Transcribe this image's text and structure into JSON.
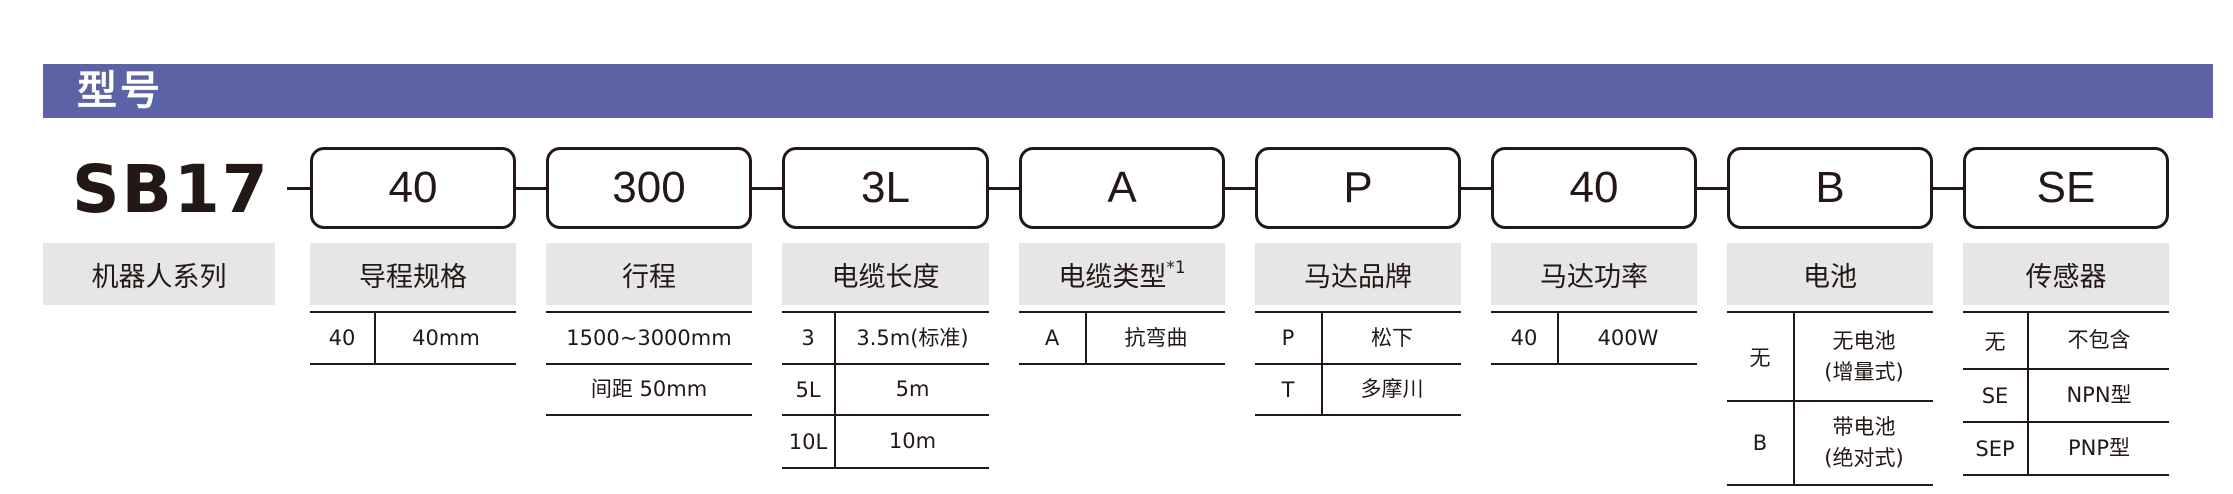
{
  "header": {
    "title": "型号"
  },
  "model": {
    "name": "SB17",
    "series_label": "机器人系列"
  },
  "fields": [
    {
      "value": "40",
      "label": "导程规格"
    },
    {
      "value": "300",
      "label": "行程"
    },
    {
      "value": "3L",
      "label": "电缆长度"
    },
    {
      "value": "A",
      "label": "电缆类型",
      "note": "*1"
    },
    {
      "value": "P",
      "label": "马达品牌"
    },
    {
      "value": "40",
      "label": "马达功率"
    },
    {
      "value": "B",
      "label": "电池"
    },
    {
      "value": "SE",
      "label": "传感器"
    }
  ],
  "options": {
    "lead": [
      {
        "code": "40",
        "desc": "40mm"
      }
    ],
    "stroke": [
      {
        "desc": "1500~3000mm"
      },
      {
        "desc": "间距 50mm"
      }
    ],
    "cable_length": [
      {
        "code": "3",
        "desc": "3.5m(标准)"
      },
      {
        "code": "5L",
        "desc": "5m"
      },
      {
        "code": "10L",
        "desc": "10m"
      }
    ],
    "cable_type": [
      {
        "code": "A",
        "desc": "抗弯曲"
      }
    ],
    "motor_brand": [
      {
        "code": "P",
        "desc": "松下"
      },
      {
        "code": "T",
        "desc": "多摩川"
      }
    ],
    "motor_power": [
      {
        "code": "40",
        "desc": "400W"
      }
    ],
    "battery": [
      {
        "code": "无",
        "desc_line1": "无电池",
        "desc_line2": "(增量式)"
      },
      {
        "code": "B",
        "desc_line1": "带电池",
        "desc_line2": "(绝对式)"
      }
    ],
    "sensor": [
      {
        "code": "无",
        "desc": "不包含"
      },
      {
        "code": "SE",
        "desc": "NPN型"
      },
      {
        "code": "SEP",
        "desc": "PNP型"
      }
    ]
  }
}
